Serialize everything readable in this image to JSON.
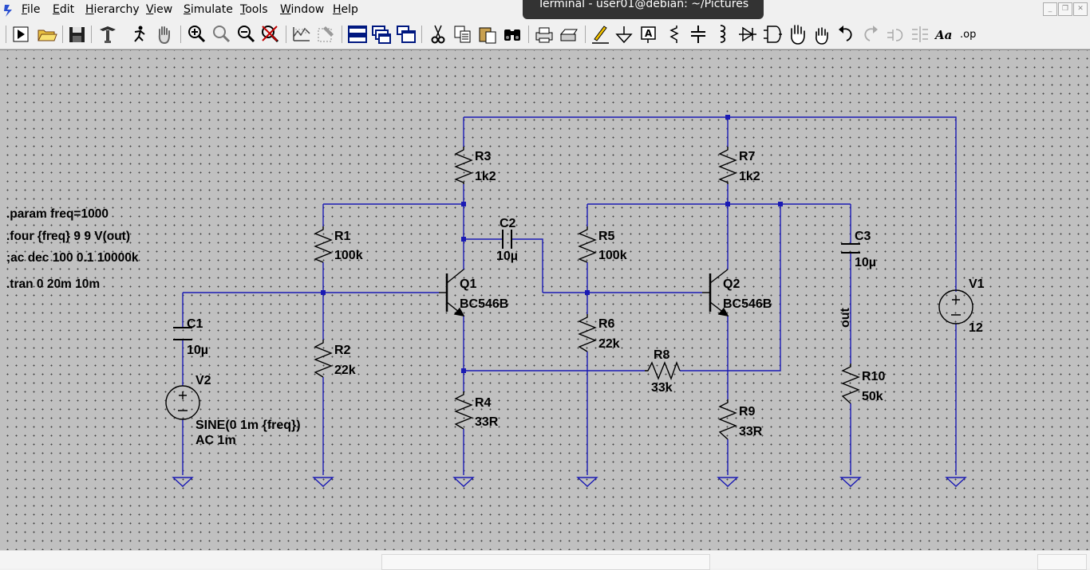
{
  "menubar": {
    "items": [
      "File",
      "Edit",
      "Hierarchy",
      "View",
      "Simulate",
      "Tools",
      "Window",
      "Help"
    ]
  },
  "terminal_tab": {
    "title": "Terminal - user01@debian: ~/Pictures"
  },
  "toolbar": {
    "tools": [
      "run-icon",
      "open-icon",
      "save-icon",
      "control-panel-icon",
      "halt-icon",
      "pan-icon",
      "zoom-in-icon",
      "zoom-full-icon",
      "zoom-out-icon",
      "zoom-cancel-icon",
      "autorange-icon",
      "draw-icon",
      "tile-horiz-icon",
      "cascade-icon",
      "tile-vert-icon",
      "cut-icon",
      "copy-icon",
      "paste-icon",
      "find-icon",
      "print-setup-icon",
      "print-icon",
      "wire-icon",
      "ground-icon",
      "label-net-icon",
      "resistor-icon",
      "capacitor-icon",
      "inductor-icon",
      "diode-icon",
      "component-icon",
      "move-icon",
      "drag-icon",
      "undo-icon",
      "redo-icon",
      "rotate-icon",
      "mirror-icon",
      "text-icon",
      "spice-directive-icon"
    ],
    "text_tool_label": "Aa",
    "op_tool_label": ".op"
  },
  "schematic": {
    "wire_color": "#1a1ab4",
    "directives": [
      ".param freq=1000",
      ".four {freq} 9 9 V(out)",
      ";ac dec 100 0.1 10000k",
      ".tran 0 20m 10m"
    ],
    "components": [
      {
        "ref": "R3",
        "value": "1k2"
      },
      {
        "ref": "R7",
        "value": "1k2"
      },
      {
        "ref": "R1",
        "value": "100k"
      },
      {
        "ref": "R5",
        "value": "100k"
      },
      {
        "ref": "R2",
        "value": "22k"
      },
      {
        "ref": "R6",
        "value": "22k"
      },
      {
        "ref": "R4",
        "value": "33R"
      },
      {
        "ref": "R9",
        "value": "33R"
      },
      {
        "ref": "R8",
        "value": "33k"
      },
      {
        "ref": "R10",
        "value": "50k"
      },
      {
        "ref": "C1",
        "value": "10µ"
      },
      {
        "ref": "C2",
        "value": "10µ"
      },
      {
        "ref": "C3",
        "value": "10µ"
      },
      {
        "ref": "Q1",
        "value": "BC546B"
      },
      {
        "ref": "Q2",
        "value": "BC546B"
      },
      {
        "ref": "V1",
        "value": "12"
      },
      {
        "ref": "V2",
        "value": "SINE(0 1m {freq})",
        "value2": "AC 1m"
      }
    ],
    "net_label": "out"
  }
}
